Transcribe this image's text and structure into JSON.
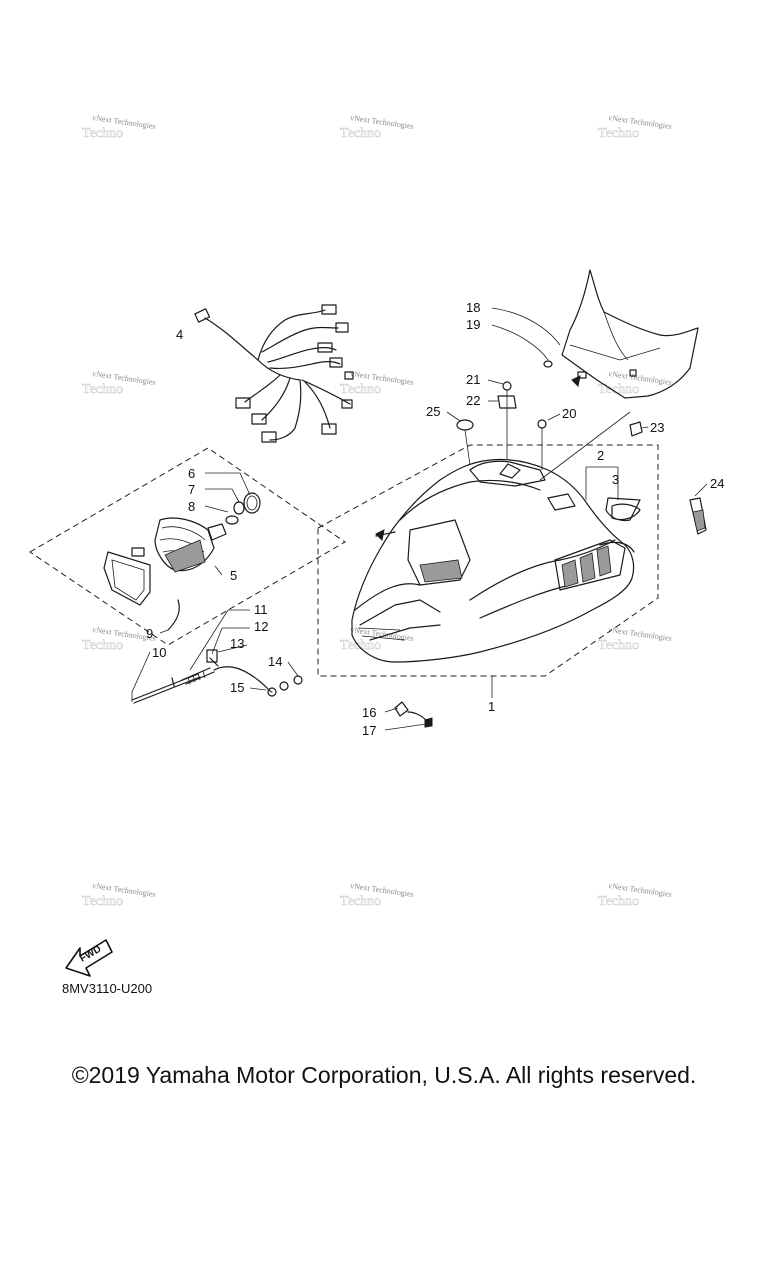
{
  "watermark": "vNext Technologies",
  "callouts": [
    "1",
    "2",
    "3",
    "4",
    "5",
    "6",
    "7",
    "8",
    "9",
    "10",
    "11",
    "12",
    "13",
    "14",
    "15",
    "16",
    "17",
    "18",
    "19",
    "20",
    "21",
    "22",
    "23",
    "24",
    "25"
  ],
  "fwd_label": "FWD",
  "diagram_code": "8MV3110-U200",
  "copyright": "©2019 Yamaha Motor Corporation, U.S.A. All rights reserved."
}
